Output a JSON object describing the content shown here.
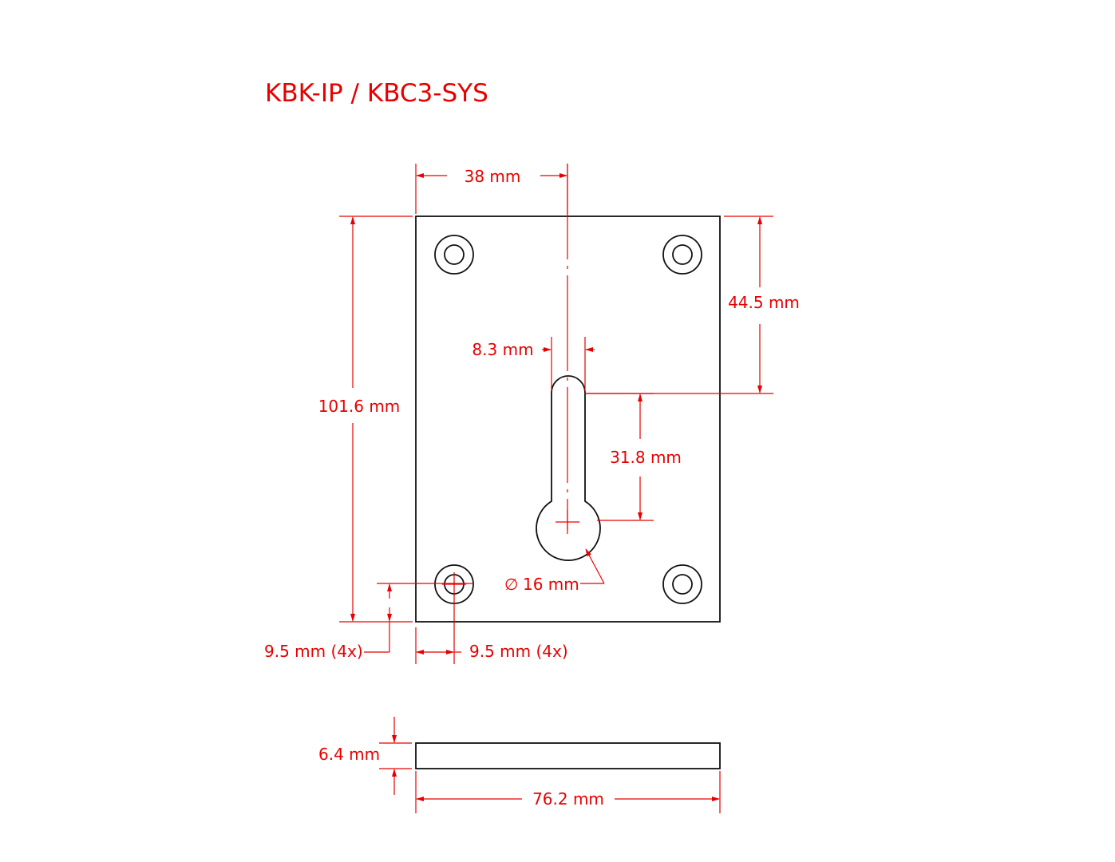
{
  "title": "KBK-IP / KBC3-SYS",
  "colors": {
    "dimension": "#e60000",
    "part_outline": "#111111",
    "background": "#ffffff"
  },
  "dimensions": {
    "hole_center_width": "38 mm",
    "top_to_slot_center": "44.5 mm",
    "slot_width": "8.3 mm",
    "plate_height": "101.6 mm",
    "slot_length": "31.8 mm",
    "keyhole_diameter": "16 mm",
    "hole_offset_vertical": "9.5 mm (4x)",
    "hole_offset_horizontal": "9.5 mm (4x)",
    "thickness": "6.4 mm",
    "plate_width": "76.2 mm"
  },
  "symbols": {
    "diameter": "∅"
  }
}
